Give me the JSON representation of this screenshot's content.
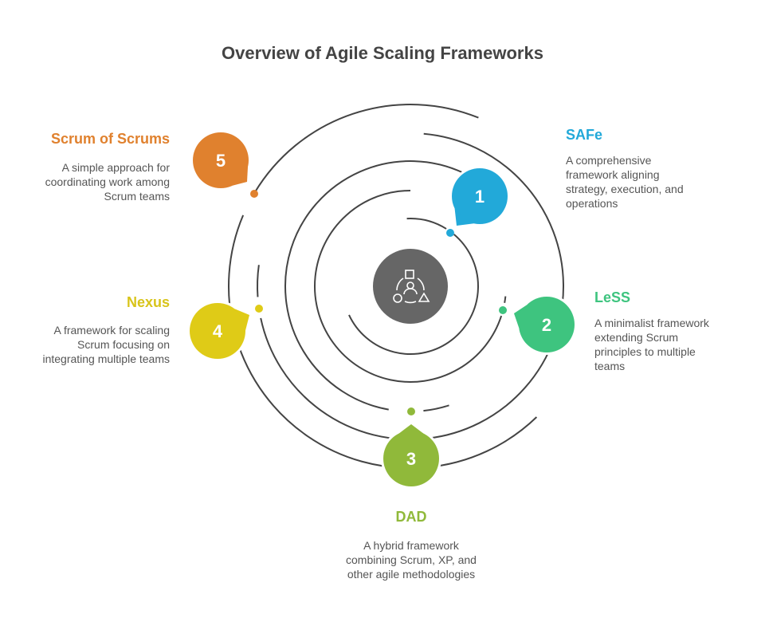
{
  "title": "Overview of Agile Scaling Frameworks",
  "center_icon": "team-frameworks-icon",
  "items": [
    {
      "number": "1",
      "name": "SAFe",
      "color": "#22a9d9",
      "desc": [
        "A comprehensive",
        "framework aligning",
        "strategy, execution, and",
        "operations"
      ]
    },
    {
      "number": "2",
      "name": "LeSS",
      "color": "#3ec47f",
      "desc": [
        "A minimalist framework",
        "extending Scrum",
        "principles to multiple",
        "teams"
      ]
    },
    {
      "number": "3",
      "name": "DAD",
      "color": "#90b93a",
      "desc": [
        "A hybrid framework",
        "combining Scrum, XP, and",
        "other agile methodologies"
      ]
    },
    {
      "number": "4",
      "name": "Nexus",
      "color": "#dfcb17",
      "desc": [
        "A framework for scaling",
        "Scrum focusing on",
        "integrating multiple teams"
      ]
    },
    {
      "number": "5",
      "name": "Scrum of Scrums",
      "color": "#e0812e",
      "desc": [
        "A simple approach for",
        "coordinating work among",
        "Scrum teams"
      ]
    }
  ]
}
